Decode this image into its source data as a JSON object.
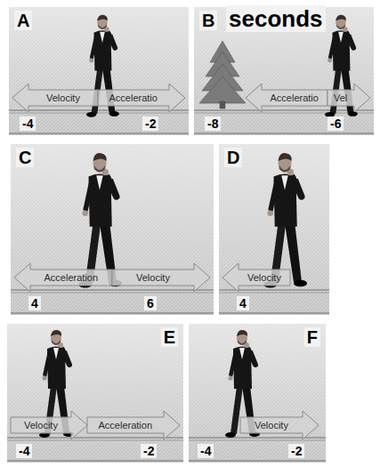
{
  "diagram": {
    "nodes": [
      {
        "text": [
          "A"
        ]
      },
      {
        "text": [
          "Velocity"
        ],
        "in": 0
      },
      {
        "text": [
          "Acceleratio"
        ],
        "in": 0
      },
      {
        "text": [
          "B"
        ]
      },
      {
        "text": [
          "Acceleratio"
        ],
        "in": 3
      },
      {
        "text": [
          "Vel"
        ],
        "in": 3
      },
      {
        "text": [
          "C"
        ]
      },
      {
        "text": [
          "Acceleration"
        ],
        "in": 6
      },
      {
        "text": [
          "Velocity"
        ],
        "in": 6
      },
      {
        "text": [
          "D"
        ]
      },
      {
        "text": [
          "Velocity"
        ],
        "in": 9
      },
      {
        "text": [
          "E"
        ]
      },
      {
        "text": [
          "Velocity"
        ],
        "in": 11
      },
      {
        "text": [
          "Acceleration"
        ],
        "in": 11
      },
      {
        "text": [
          "F"
        ]
      },
      {
        "text": [
          "Velocity"
        ],
        "in": 14
      }
    ],
    "labels": [
      "seconds",
      "-4",
      "-2",
      "-8",
      "-6",
      "4",
      "6",
      "4",
      "-4",
      "-2",
      "-4",
      "-2"
    ]
  }
}
